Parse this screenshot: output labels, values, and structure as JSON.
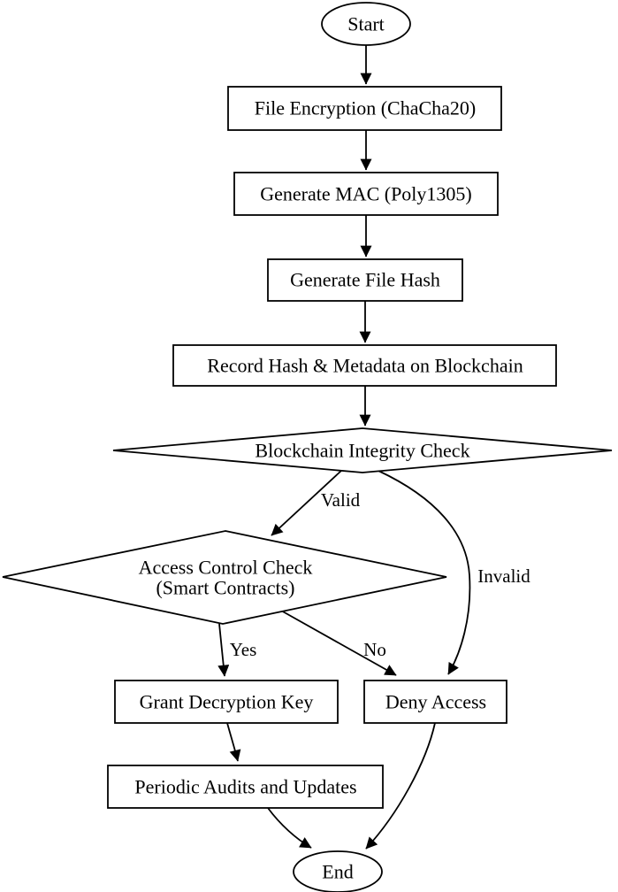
{
  "diagram": {
    "type": "flowchart",
    "colors": {
      "background": "#ffffff",
      "stroke": "#000000",
      "node_fill": "#ffffff",
      "text": "#000000"
    },
    "nodes": {
      "start": {
        "label": "Start",
        "shape": "ellipse"
      },
      "file_encryption": {
        "label": "File Encryption (ChaCha20)",
        "shape": "rect"
      },
      "generate_mac": {
        "label": "Generate MAC (Poly1305)",
        "shape": "rect"
      },
      "generate_file_hash": {
        "label": "Generate File Hash",
        "shape": "rect"
      },
      "record_hash": {
        "label": "Record Hash & Metadata on Blockchain",
        "shape": "rect"
      },
      "integrity_check": {
        "label": "Blockchain Integrity Check",
        "shape": "diamond"
      },
      "access_check": {
        "label_line1": "Access Control Check",
        "label_line2": "(Smart Contracts)",
        "shape": "diamond"
      },
      "grant_key": {
        "label": "Grant Decryption Key",
        "shape": "rect"
      },
      "deny_access": {
        "label": "Deny Access",
        "shape": "rect"
      },
      "periodic_audits": {
        "label": "Periodic Audits and Updates",
        "shape": "rect"
      },
      "end": {
        "label": "End",
        "shape": "ellipse"
      }
    },
    "edges": {
      "valid": {
        "label": "Valid"
      },
      "invalid": {
        "label": "Invalid"
      },
      "yes": {
        "label": "Yes"
      },
      "no": {
        "label": "No"
      }
    }
  }
}
